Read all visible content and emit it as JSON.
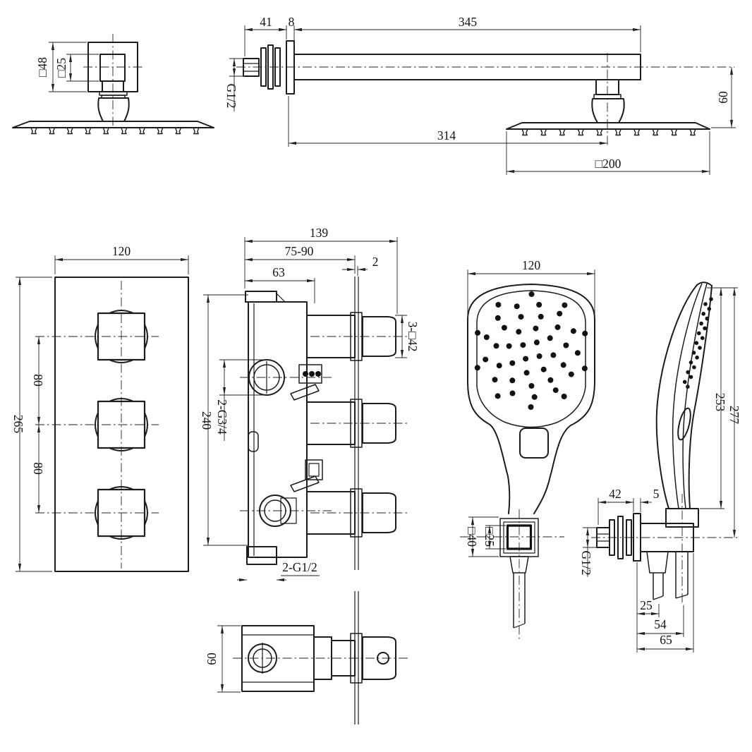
{
  "drawing": {
    "line_color": "#1c1c1c",
    "background": "#ffffff",
    "labels": {
      "head_front": {
        "outer": "□48",
        "inner": "□25"
      },
      "arm": {
        "setback": "41",
        "flange": "8",
        "length": "345",
        "thread": "G1/2",
        "drop": "60",
        "reach": "314",
        "head_size": "□200"
      },
      "panel": {
        "width": "120",
        "height": "265",
        "spacing_top": "80",
        "spacing_bottom": "80"
      },
      "valve": {
        "total_depth": "139",
        "wall_range": "75-90",
        "body_depth": "63",
        "plate_thickness": "2",
        "trims": "3-□42",
        "outlets": "2-G3/4",
        "height": "240",
        "bottom_ports": "2-G1/2"
      },
      "valve_bottom": {
        "width": "60"
      },
      "hand_front": {
        "width": "120",
        "flange": "□40",
        "core": "□25"
      },
      "hand_side": {
        "head_height": "253",
        "total_height": "277",
        "setback": "42",
        "flange": "5",
        "thread": "G1/2",
        "d25": "25",
        "d54": "54",
        "d65": "65"
      }
    }
  }
}
